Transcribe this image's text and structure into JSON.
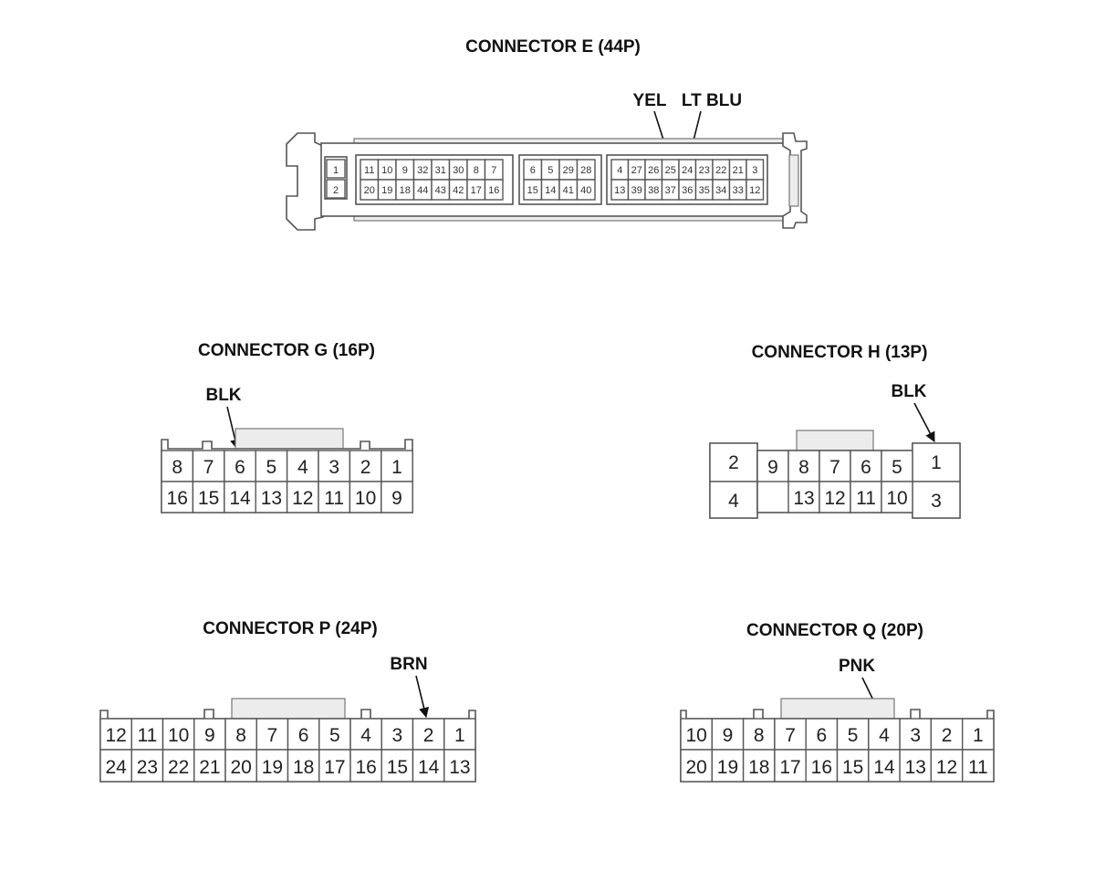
{
  "connectors": {
    "e": {
      "title": "CONNECTOR E (44P)",
      "wire_labels": [
        "YEL",
        "LT BLU"
      ],
      "single_pins": [
        "1",
        "2"
      ],
      "block1_top": [
        "11",
        "10",
        "9",
        "32",
        "31",
        "30",
        "8",
        "7"
      ],
      "block1_bottom": [
        "20",
        "19",
        "18",
        "44",
        "43",
        "42",
        "17",
        "16"
      ],
      "block2_top": [
        "6",
        "5",
        "29",
        "28"
      ],
      "block2_bottom": [
        "15",
        "14",
        "41",
        "40"
      ],
      "block3_top": [
        "4",
        "27",
        "26",
        "25",
        "24",
        "23",
        "22",
        "21",
        "3"
      ],
      "block3_bottom": [
        "13",
        "39",
        "38",
        "37",
        "36",
        "35",
        "34",
        "33",
        "12"
      ]
    },
    "g": {
      "title": "CONNECTOR G (16P)",
      "wire_label": "BLK",
      "top": [
        "8",
        "7",
        "6",
        "5",
        "4",
        "3",
        "2",
        "1"
      ],
      "bottom": [
        "16",
        "15",
        "14",
        "13",
        "12",
        "11",
        "10",
        "9"
      ]
    },
    "h": {
      "title": "CONNECTOR H (13P)",
      "wire_label": "BLK",
      "left_top": "2",
      "left_bottom": "4",
      "mid_top": [
        "9",
        "8",
        "7",
        "6",
        "5"
      ],
      "mid_bottom": [
        "13",
        "12",
        "11",
        "10"
      ],
      "right_top": "1",
      "right_bottom": "3"
    },
    "p": {
      "title": "CONNECTOR P (24P)",
      "wire_label": "BRN",
      "top": [
        "12",
        "11",
        "10",
        "9",
        "8",
        "7",
        "6",
        "5",
        "4",
        "3",
        "2",
        "1"
      ],
      "bottom": [
        "24",
        "23",
        "22",
        "21",
        "20",
        "19",
        "18",
        "17",
        "16",
        "15",
        "14",
        "13"
      ]
    },
    "q": {
      "title": "CONNECTOR Q (20P)",
      "wire_label": "PNK",
      "top": [
        "10",
        "9",
        "8",
        "7",
        "6",
        "5",
        "4",
        "3",
        "2",
        "1"
      ],
      "bottom": [
        "20",
        "19",
        "18",
        "17",
        "16",
        "15",
        "14",
        "13",
        "12",
        "11"
      ]
    }
  }
}
